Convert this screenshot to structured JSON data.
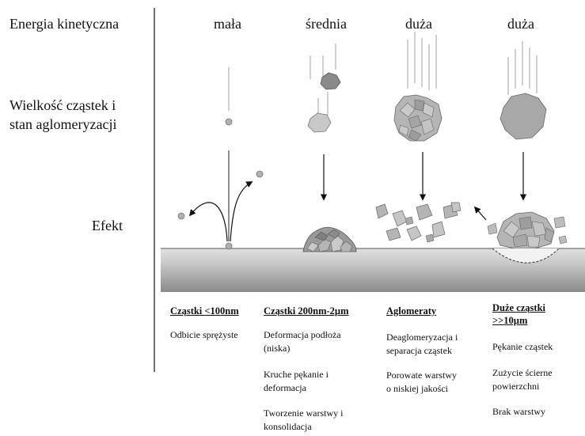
{
  "rows": {
    "energy_label": "Energia kinetyczna",
    "size_label": "Wielkość cząstek i\nstan aglomeryzacji",
    "effect_label": "Efekt"
  },
  "energy_levels": [
    "mała",
    "średnia",
    "duża",
    "duża"
  ],
  "columns": [
    {
      "title": "Cząstki <100nm",
      "items": [
        "Odbicie sprężyste"
      ]
    },
    {
      "title": "Cząstki 200nm-2µm",
      "items": [
        "Deformacja podłoża\n(niska)",
        "Kruche pękanie i\ndeformacja",
        "Tworzenie warstwy i\nkonsolidacja"
      ]
    },
    {
      "title": "Aglomeraty",
      "items": [
        "Deaglomeryzacja i\nseparacja cząstek",
        "Porowate warstwy\no niskiej  jakości"
      ]
    },
    {
      "title": "Duże cząstki\n>>10µm",
      "items": [
        "Pękanie cząstek",
        "Zużycie ścierne\npowierzchni",
        "Brak warstwy"
      ]
    }
  ],
  "colors": {
    "particle_fill": "#b9b9b9",
    "particle_dark": "#8f8f8f",
    "particle_stroke": "#666666",
    "substrate_top": "#d6d6d6",
    "substrate_bottom": "#8c8c8c",
    "line": "#222222",
    "trail": "#bdbdbd"
  }
}
